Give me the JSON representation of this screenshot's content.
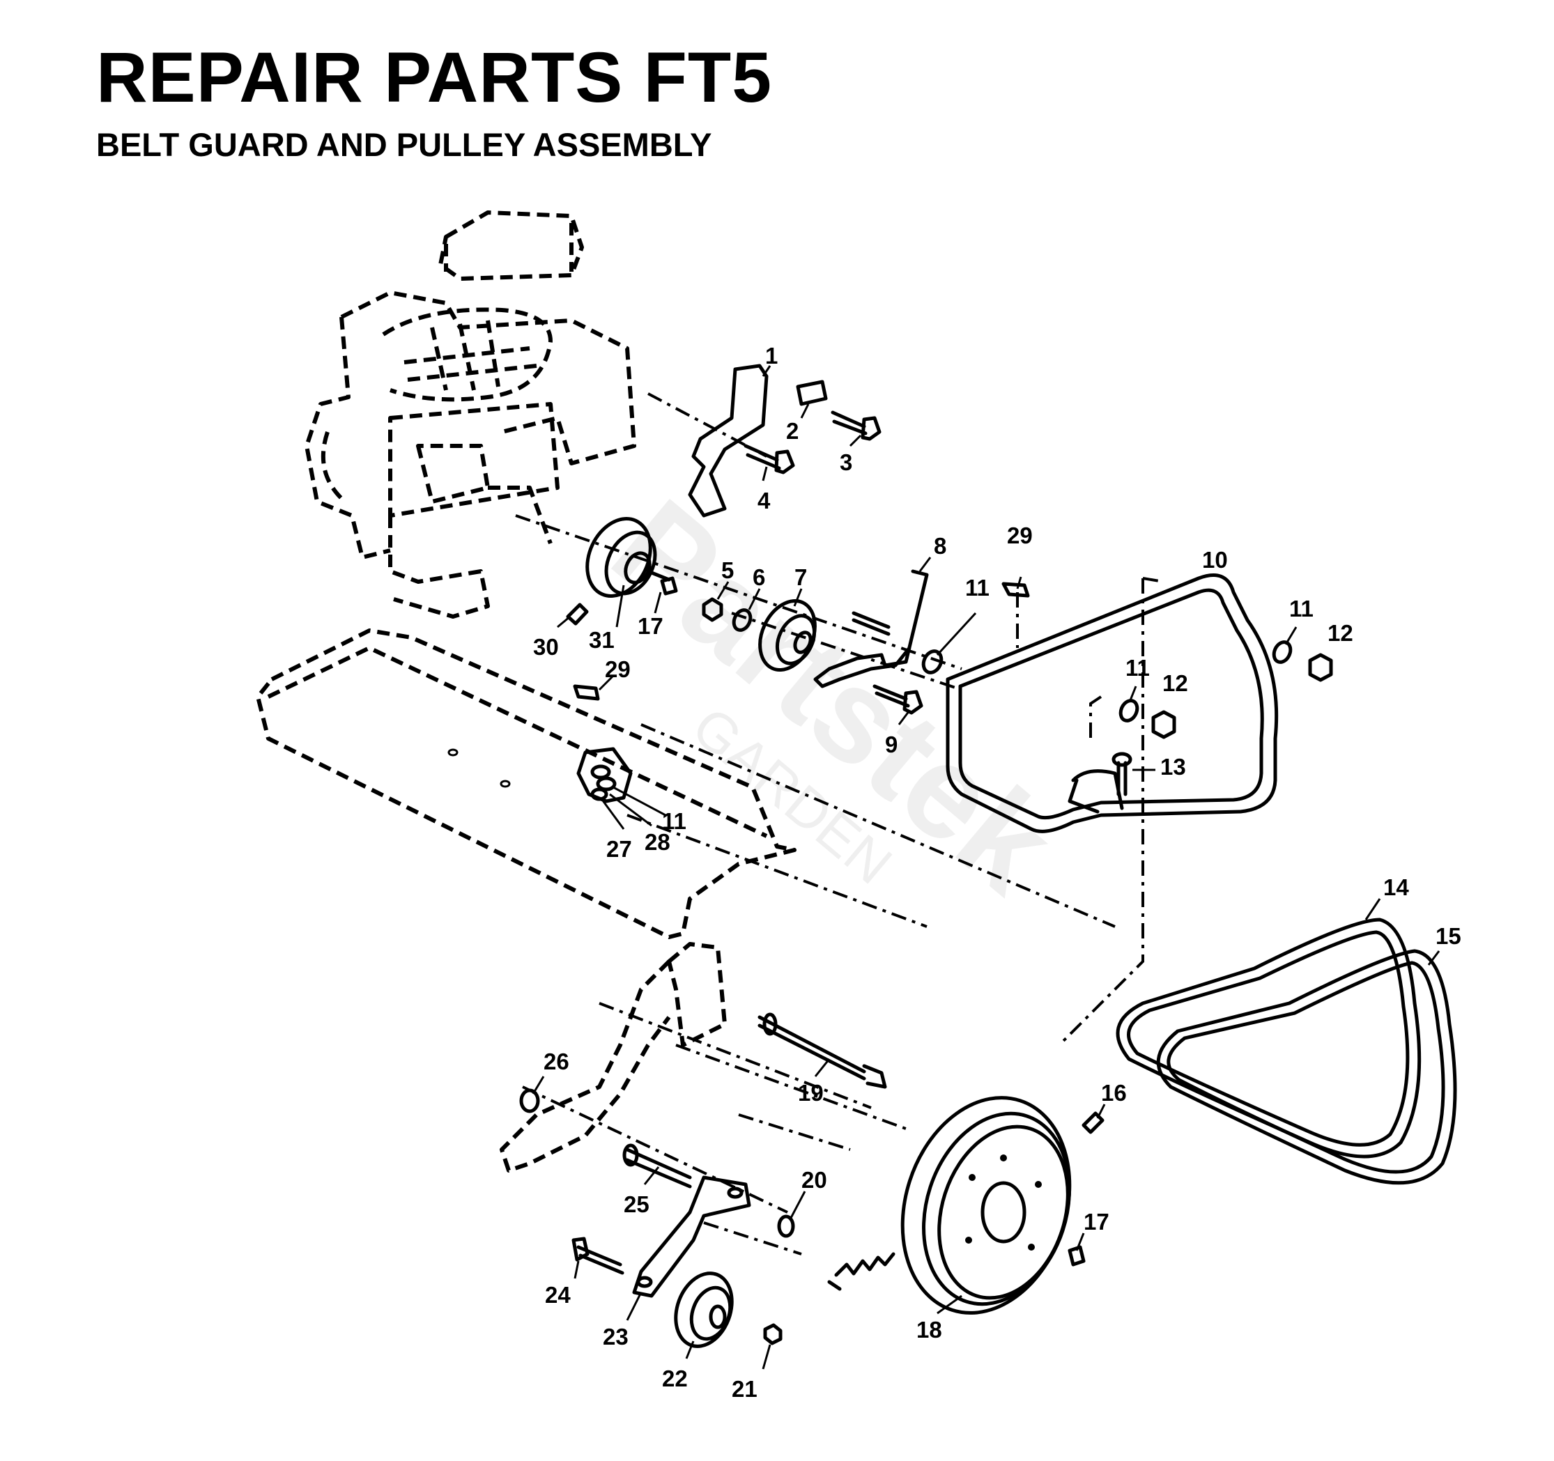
{
  "title": "REPAIR PARTS FT5",
  "subtitle": "BELT GUARD AND PULLEY ASSEMBLY",
  "watermark": {
    "brand": "Partstek",
    "sub": "GARDEN"
  },
  "callouts": [
    {
      "id": "c1",
      "text": "1"
    },
    {
      "id": "c2",
      "text": "2"
    },
    {
      "id": "c3",
      "text": "3"
    },
    {
      "id": "c4",
      "text": "4"
    },
    {
      "id": "c5",
      "text": "5"
    },
    {
      "id": "c6",
      "text": "6"
    },
    {
      "id": "c7",
      "text": "7"
    },
    {
      "id": "c8",
      "text": "8"
    },
    {
      "id": "c9",
      "text": "9"
    },
    {
      "id": "c10",
      "text": "10"
    },
    {
      "id": "c11a",
      "text": "11"
    },
    {
      "id": "c11b",
      "text": "11"
    },
    {
      "id": "c11c",
      "text": "11"
    },
    {
      "id": "c11d",
      "text": "11"
    },
    {
      "id": "c12a",
      "text": "12"
    },
    {
      "id": "c12b",
      "text": "12"
    },
    {
      "id": "c13",
      "text": "13"
    },
    {
      "id": "c14",
      "text": "14"
    },
    {
      "id": "c15",
      "text": "15"
    },
    {
      "id": "c16",
      "text": "16"
    },
    {
      "id": "c17a",
      "text": "17"
    },
    {
      "id": "c17b",
      "text": "17"
    },
    {
      "id": "c18",
      "text": "18"
    },
    {
      "id": "c19",
      "text": "19"
    },
    {
      "id": "c20",
      "text": "20"
    },
    {
      "id": "c21",
      "text": "21"
    },
    {
      "id": "c22",
      "text": "22"
    },
    {
      "id": "c23",
      "text": "23"
    },
    {
      "id": "c24",
      "text": "24"
    },
    {
      "id": "c25",
      "text": "25"
    },
    {
      "id": "c26",
      "text": "26"
    },
    {
      "id": "c27",
      "text": "27"
    },
    {
      "id": "c28",
      "text": "28"
    },
    {
      "id": "c29a",
      "text": "29"
    },
    {
      "id": "c29b",
      "text": "29"
    },
    {
      "id": "c30",
      "text": "30"
    },
    {
      "id": "c31",
      "text": "31"
    }
  ]
}
